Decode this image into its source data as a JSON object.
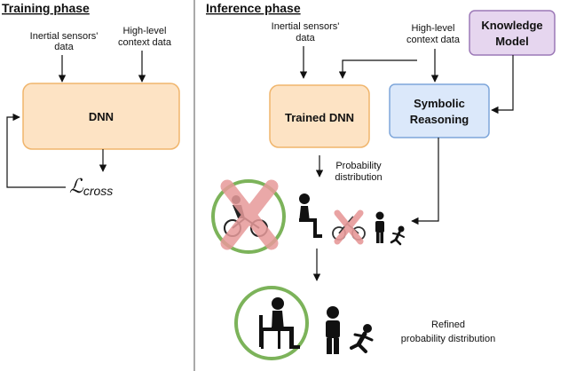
{
  "training": {
    "title": "Training phase",
    "input1_line1": "Inertial sensors'",
    "input1_line2": "data",
    "input2_line1": "High-level",
    "input2_line2": "context data",
    "dnn_label": "DNN",
    "loss_main": "ℒ",
    "loss_sub": "cross"
  },
  "inference": {
    "title": "Inference phase",
    "input1_line1": "Inertial sensors'",
    "input1_line2": "data",
    "input2_line1": "High-level",
    "input2_line2": "context data",
    "knowledge_line1": "Knowledge",
    "knowledge_line2": "Model",
    "trained_dnn": "Trained DNN",
    "symbolic_line1": "Symbolic",
    "symbolic_line2": "Reasoning",
    "prob_line1": "Probability",
    "prob_line2": "distribution",
    "refined_line1": "Refined",
    "refined_line2": "probability distribution"
  },
  "colors": {
    "dnn_fill": "#fde3c4",
    "dnn_stroke": "#f0b56c",
    "symbolic_fill": "#dbe8fa",
    "symbolic_stroke": "#7ea6da",
    "knowledge_fill": "#e6d6ef",
    "knowledge_stroke": "#9c79b7",
    "circle_green": "#7cb35a",
    "cross_red": "#e79a9a"
  },
  "icons": [
    "person-on-bike-icon",
    "person-sitting-icon",
    "bicycle-icon",
    "person-standing-icon",
    "person-running-icon"
  ]
}
